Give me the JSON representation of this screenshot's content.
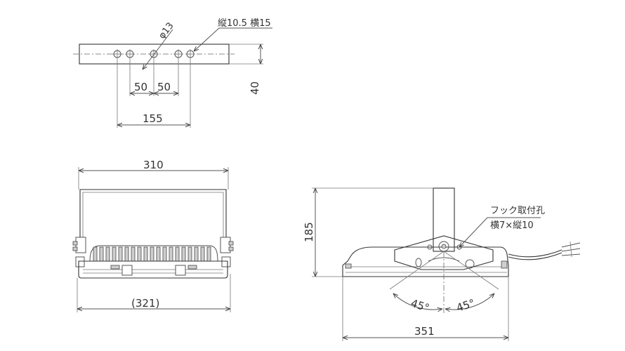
{
  "bracket_view": {
    "hole_diameter": "φ13",
    "slot_size": "縦10.5 横15",
    "spacing_left": "50",
    "spacing_right": "50",
    "outer_span": "155",
    "height": "40"
  },
  "front_view": {
    "top_width": "310",
    "bottom_width": "(321)"
  },
  "side_view": {
    "height": "185",
    "hook_hole_title": "フック取付孔",
    "hook_hole_size": "横7×縦10",
    "angle_left": "45°",
    "angle_right": "45°",
    "overall_length": "351"
  }
}
